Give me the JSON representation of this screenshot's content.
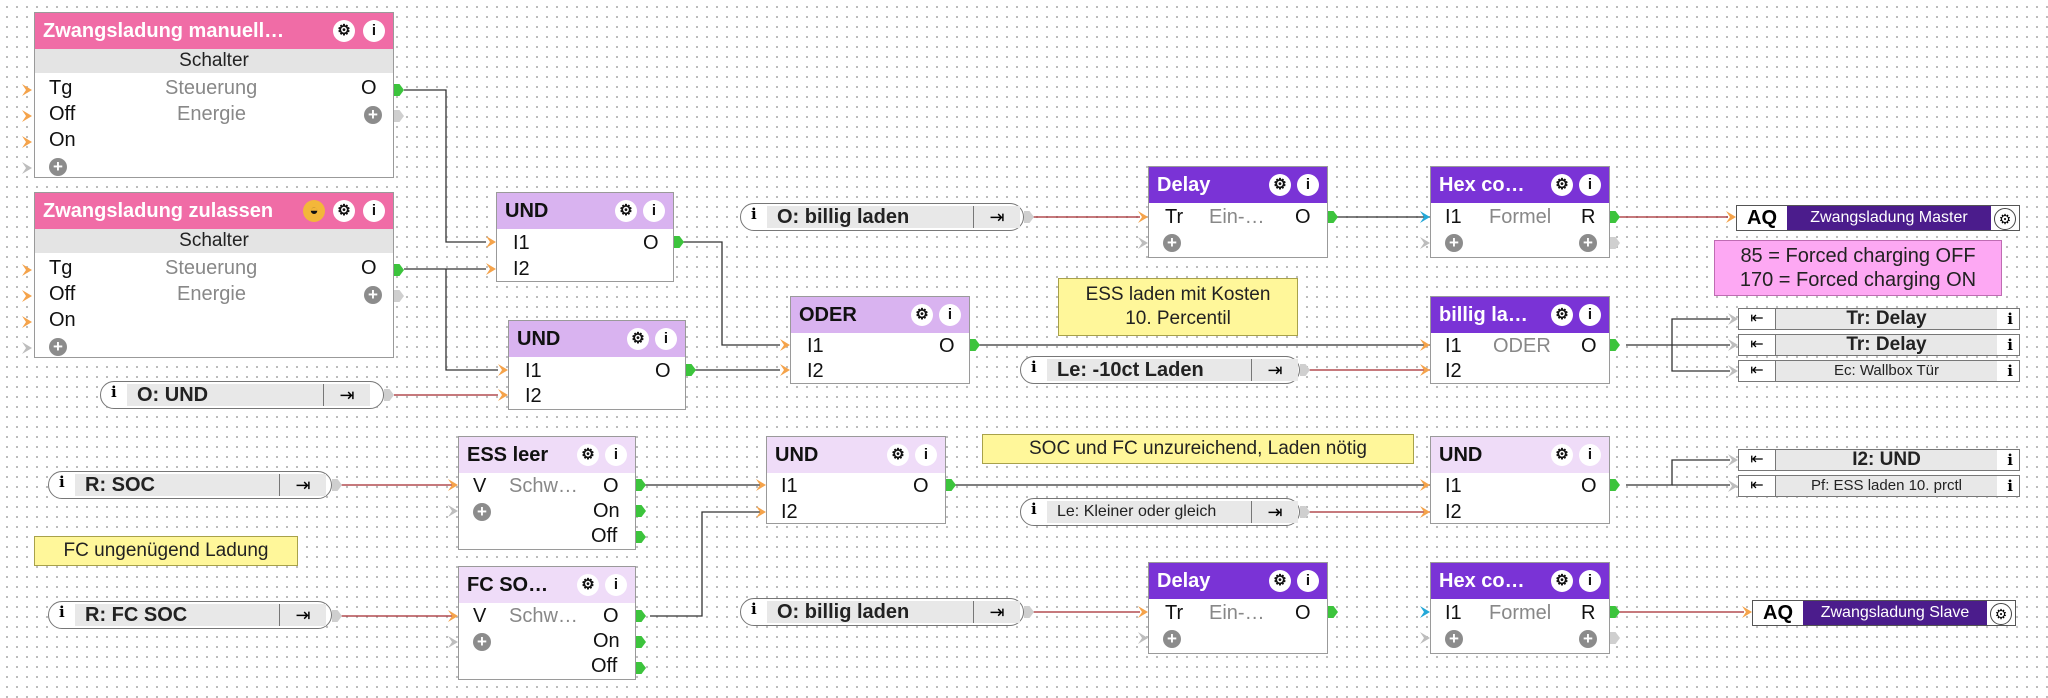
{
  "blocks": {
    "zwang_manuell": {
      "title": "Zwangsladung  manuell…",
      "sub": "Schalter",
      "in": [
        "Tg",
        "Off",
        "On"
      ],
      "mid": [
        "Steuerung",
        "Energie"
      ],
      "out": "O"
    },
    "zwang_zulassen": {
      "title": "Zwangsladung zulassen",
      "sub": "Schalter",
      "in": [
        "Tg",
        "Off",
        "On"
      ],
      "mid": [
        "Steuerung",
        "Energie"
      ],
      "out": "O"
    },
    "und1": {
      "title": "UND",
      "in": [
        "I1",
        "I2"
      ],
      "out": "O"
    },
    "und2": {
      "title": "UND",
      "in": [
        "I1",
        "I2"
      ],
      "out": "O"
    },
    "oder1": {
      "title": "ODER",
      "in": [
        "I1",
        "I2"
      ],
      "out": "O"
    },
    "delay1": {
      "title": "Delay",
      "in": "Tr",
      "mid": "Ein-…",
      "out": "O"
    },
    "hex1": {
      "title": "Hex co…",
      "in": "I1",
      "mid": "Formel",
      "out": "R"
    },
    "billig": {
      "title": "billig la…",
      "in": [
        "I1",
        "I2"
      ],
      "mid": "ODER",
      "out": "O"
    },
    "ess_leer": {
      "title": "ESS leer",
      "in": "V",
      "mid": "Schw…",
      "out": [
        "O",
        "On",
        "Off"
      ]
    },
    "und3": {
      "title": "UND",
      "in": [
        "I1",
        "I2"
      ],
      "out": "O"
    },
    "und4": {
      "title": "UND",
      "in": [
        "I1",
        "I2"
      ],
      "out": "O"
    },
    "fc_so": {
      "title": "FC SO…",
      "in": "V",
      "mid": "Schw…",
      "out": [
        "O",
        "On",
        "Off"
      ]
    },
    "delay2": {
      "title": "Delay",
      "in": "Tr",
      "mid": "Ein-…",
      "out": "O"
    },
    "hex2": {
      "title": "Hex co…",
      "in": "I1",
      "mid": "Formel",
      "out": "R"
    }
  },
  "refs": {
    "o_und": "O: UND",
    "r_soc": "R: SOC",
    "r_fc_soc": "R: FC SOC",
    "o_billig1": "O: billig laden",
    "le_10ct": "Le: -10ct Laden",
    "le_kleiner": "Le: Kleiner oder gleich",
    "o_billig2": "O: billig laden"
  },
  "outrefs": {
    "tr_delay1": "Tr: Delay",
    "tr_delay2": "Tr: Delay",
    "ec_wallbox": "Ec: Wallbox Tür",
    "i2_und": "I2: UND",
    "pf_ess": "Pf: ESS laden 10. prctl"
  },
  "aq": {
    "master": {
      "label": "AQ",
      "name": "Zwangsladung Master"
    },
    "slave": {
      "label": "AQ",
      "name": "Zwangsladung Slave"
    }
  },
  "notes": {
    "ess_kosten": [
      "ESS laden mit Kosten",
      "10. Percentil"
    ],
    "soc_fc": "SOC und FC unzureichend, Laden nötig",
    "fc_ungenuegend": "FC ungenügend Ladung",
    "forced": [
      "85 = Forced charging OFF",
      "170 = Forced charging ON"
    ]
  },
  "icons": {
    "gear": "gear-icon",
    "info": "info-icon",
    "plus": "plus-icon",
    "sun": "sun-icon",
    "ref_arrow": "ref-arrow-icon",
    "out_arrow": "out-arrow-icon"
  },
  "colors": {
    "pink": "#f06ca6",
    "lavender": "#d9b3f0",
    "purple": "#7a33d6",
    "aq_dark": "#4b1c8c",
    "note_yellow": "#fff79a",
    "note_pink": "#fda8f3",
    "wire_red": "#a3292f"
  }
}
